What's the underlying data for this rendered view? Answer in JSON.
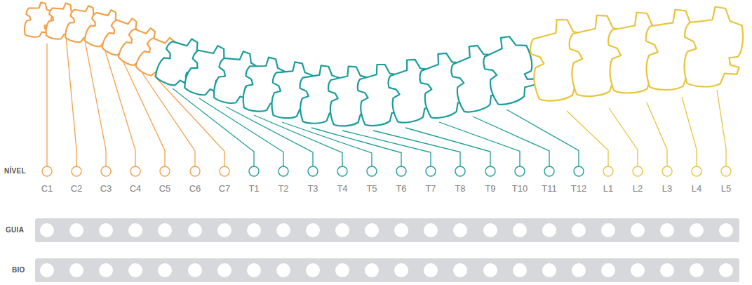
{
  "diagram": {
    "labels": [
      "NÍVEL",
      "C1",
      "C2",
      "C3",
      "C4",
      "C5",
      "C6",
      "C7",
      "T1",
      "T2",
      "T3",
      "T4",
      "T5",
      "T6",
      "T7",
      "T8",
      "T9",
      "T10",
      "T11",
      "T12",
      "L1",
      "L2",
      "L3",
      "L4",
      "L5",
      "GUIA",
      "BIO"
    ]
  }
}
